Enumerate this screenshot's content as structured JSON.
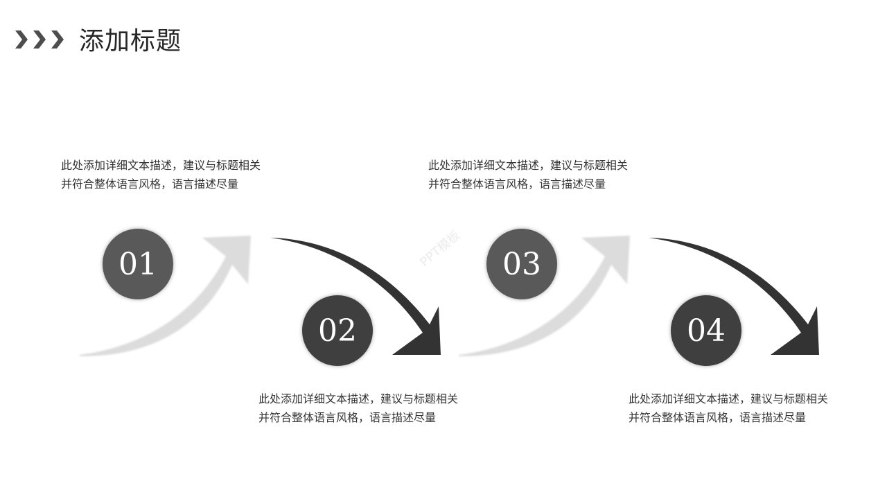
{
  "header": {
    "title": "添加标题",
    "icon": "triple-chevron-icon",
    "icon_color": "#4d4d4d"
  },
  "colors": {
    "light_arrow": "#dcdcdc",
    "dark_arrow": "#333333",
    "badge_dark": "#3f3f3f",
    "badge_medium": "#595959"
  },
  "steps": [
    {
      "number": "01",
      "description": "此处添加详细文本描述，建议与标题相关并符合整体语言风格，语言描述尽量",
      "arrow": "up-arrow-icon"
    },
    {
      "number": "02",
      "description": "此处添加详细文本描述，建议与标题相关并符合整体语言风格，语言描述尽量",
      "arrow": "down-arrow-icon"
    },
    {
      "number": "03",
      "description": "此处添加详细文本描述，建议与标题相关并符合整体语言风格，语言描述尽量",
      "arrow": "up-arrow-icon"
    },
    {
      "number": "04",
      "description": "此处添加详细文本描述，建议与标题相关并符合整体语言风格，语言描述尽量",
      "arrow": "down-arrow-icon"
    }
  ],
  "watermark": "PPT模板"
}
